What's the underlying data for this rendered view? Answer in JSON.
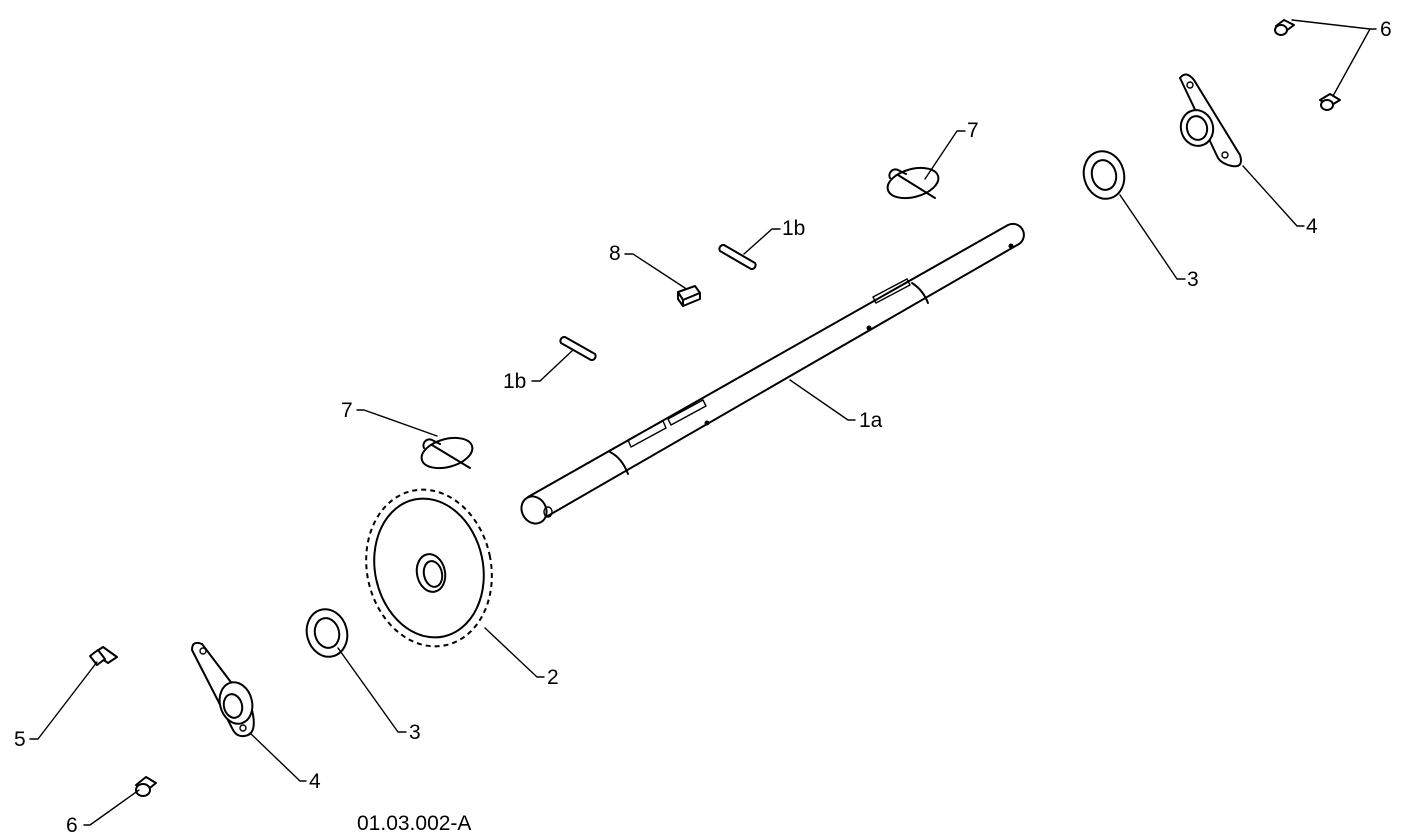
{
  "drawing_id": "01.03.002-A",
  "callouts": {
    "shaft": "1a",
    "key_upper": "1b",
    "key_lower": "1b",
    "sprocket": "2",
    "washer_left": "3",
    "washer_right": "3",
    "bearing_flange_left": "4",
    "bearing_flange_right": "4",
    "bolt": "5",
    "nut_left": "6",
    "nut_right": "6",
    "hairpin_left": "7",
    "hairpin_right": "7",
    "key_square": "8"
  },
  "colors": {
    "line": "#000000",
    "background": "#ffffff"
  }
}
